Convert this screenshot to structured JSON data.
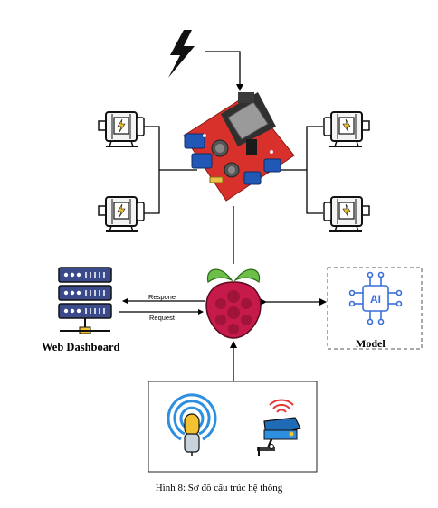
{
  "labels": {
    "web_dashboard": "Web Dashboard",
    "model": "Model",
    "response": "Respone",
    "request": "Request",
    "ai_badge": "AI"
  },
  "caption": "Hình 8: Sơ đồ cấu trúc hệ thống",
  "icons": {
    "power": "lightning-bolt-icon",
    "driver": "motor-driver-board",
    "motor": "dc-motor-icon",
    "controller": "raspberry-pi-icon",
    "server": "server-rack-icon",
    "ai": "ai-chip-icon",
    "microphone": "microphone-icon",
    "camera": "wireless-camera-icon"
  },
  "colors": {
    "line": "#000000",
    "driver_board": "#d8312b",
    "raspberry": "#c51a4a",
    "leaf": "#6cc04a",
    "server": "#3a4a8a",
    "ai": "#3a6fd8",
    "mic": "#2e8fe0",
    "camera": "#1f6bb5",
    "wifi": "#e03a3a"
  }
}
